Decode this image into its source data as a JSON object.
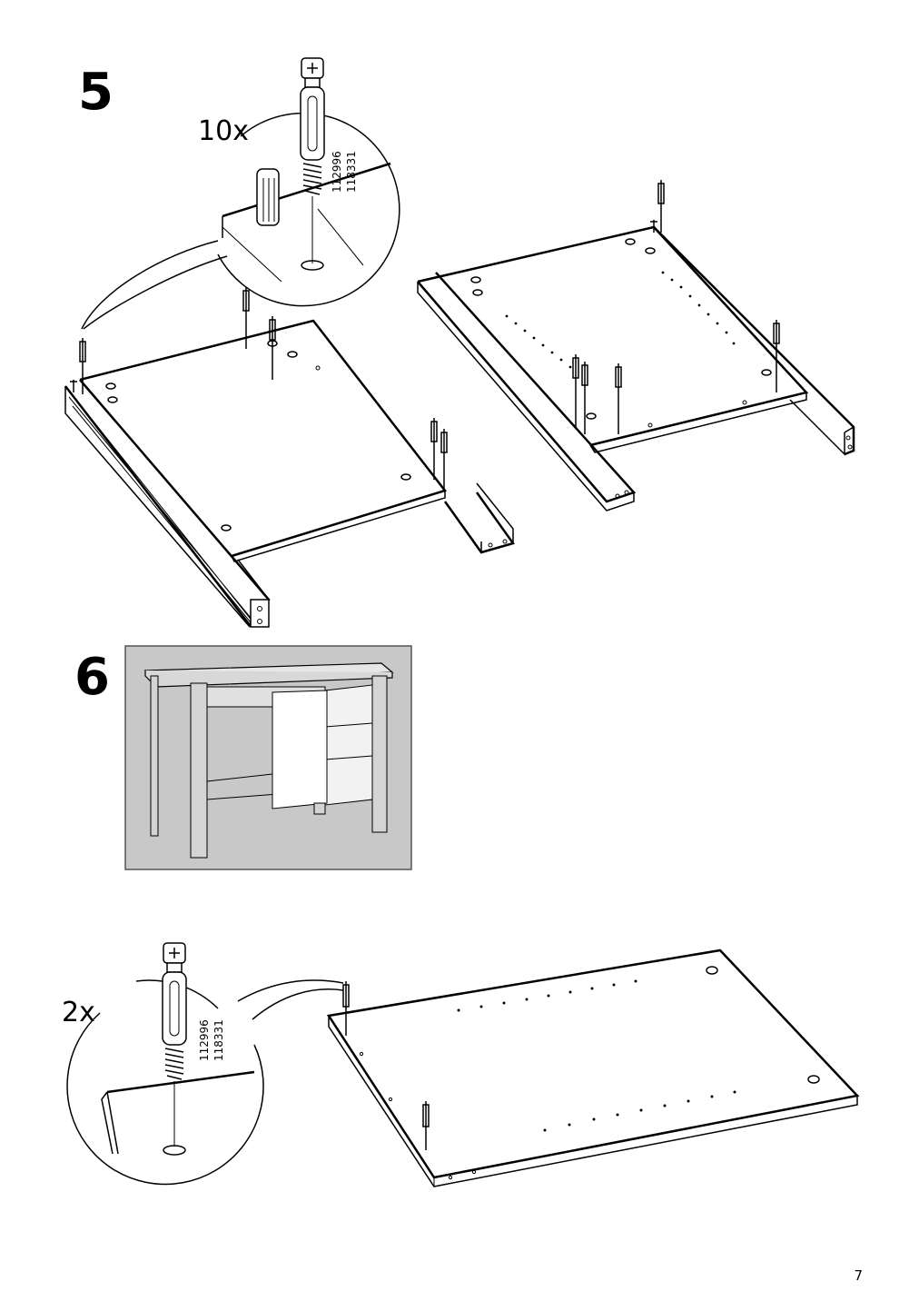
{
  "step5": {
    "number": "5",
    "quantity": "10x",
    "part_numbers": [
      "112996",
      "118331"
    ]
  },
  "step6": {
    "number": "6",
    "quantity": "2x",
    "part_numbers": [
      "112996",
      "118331"
    ]
  },
  "page_number": "7",
  "colors": {
    "illustration_line": "#000000",
    "overview_background": "#c8c8c8",
    "overview_border": "#555555"
  }
}
